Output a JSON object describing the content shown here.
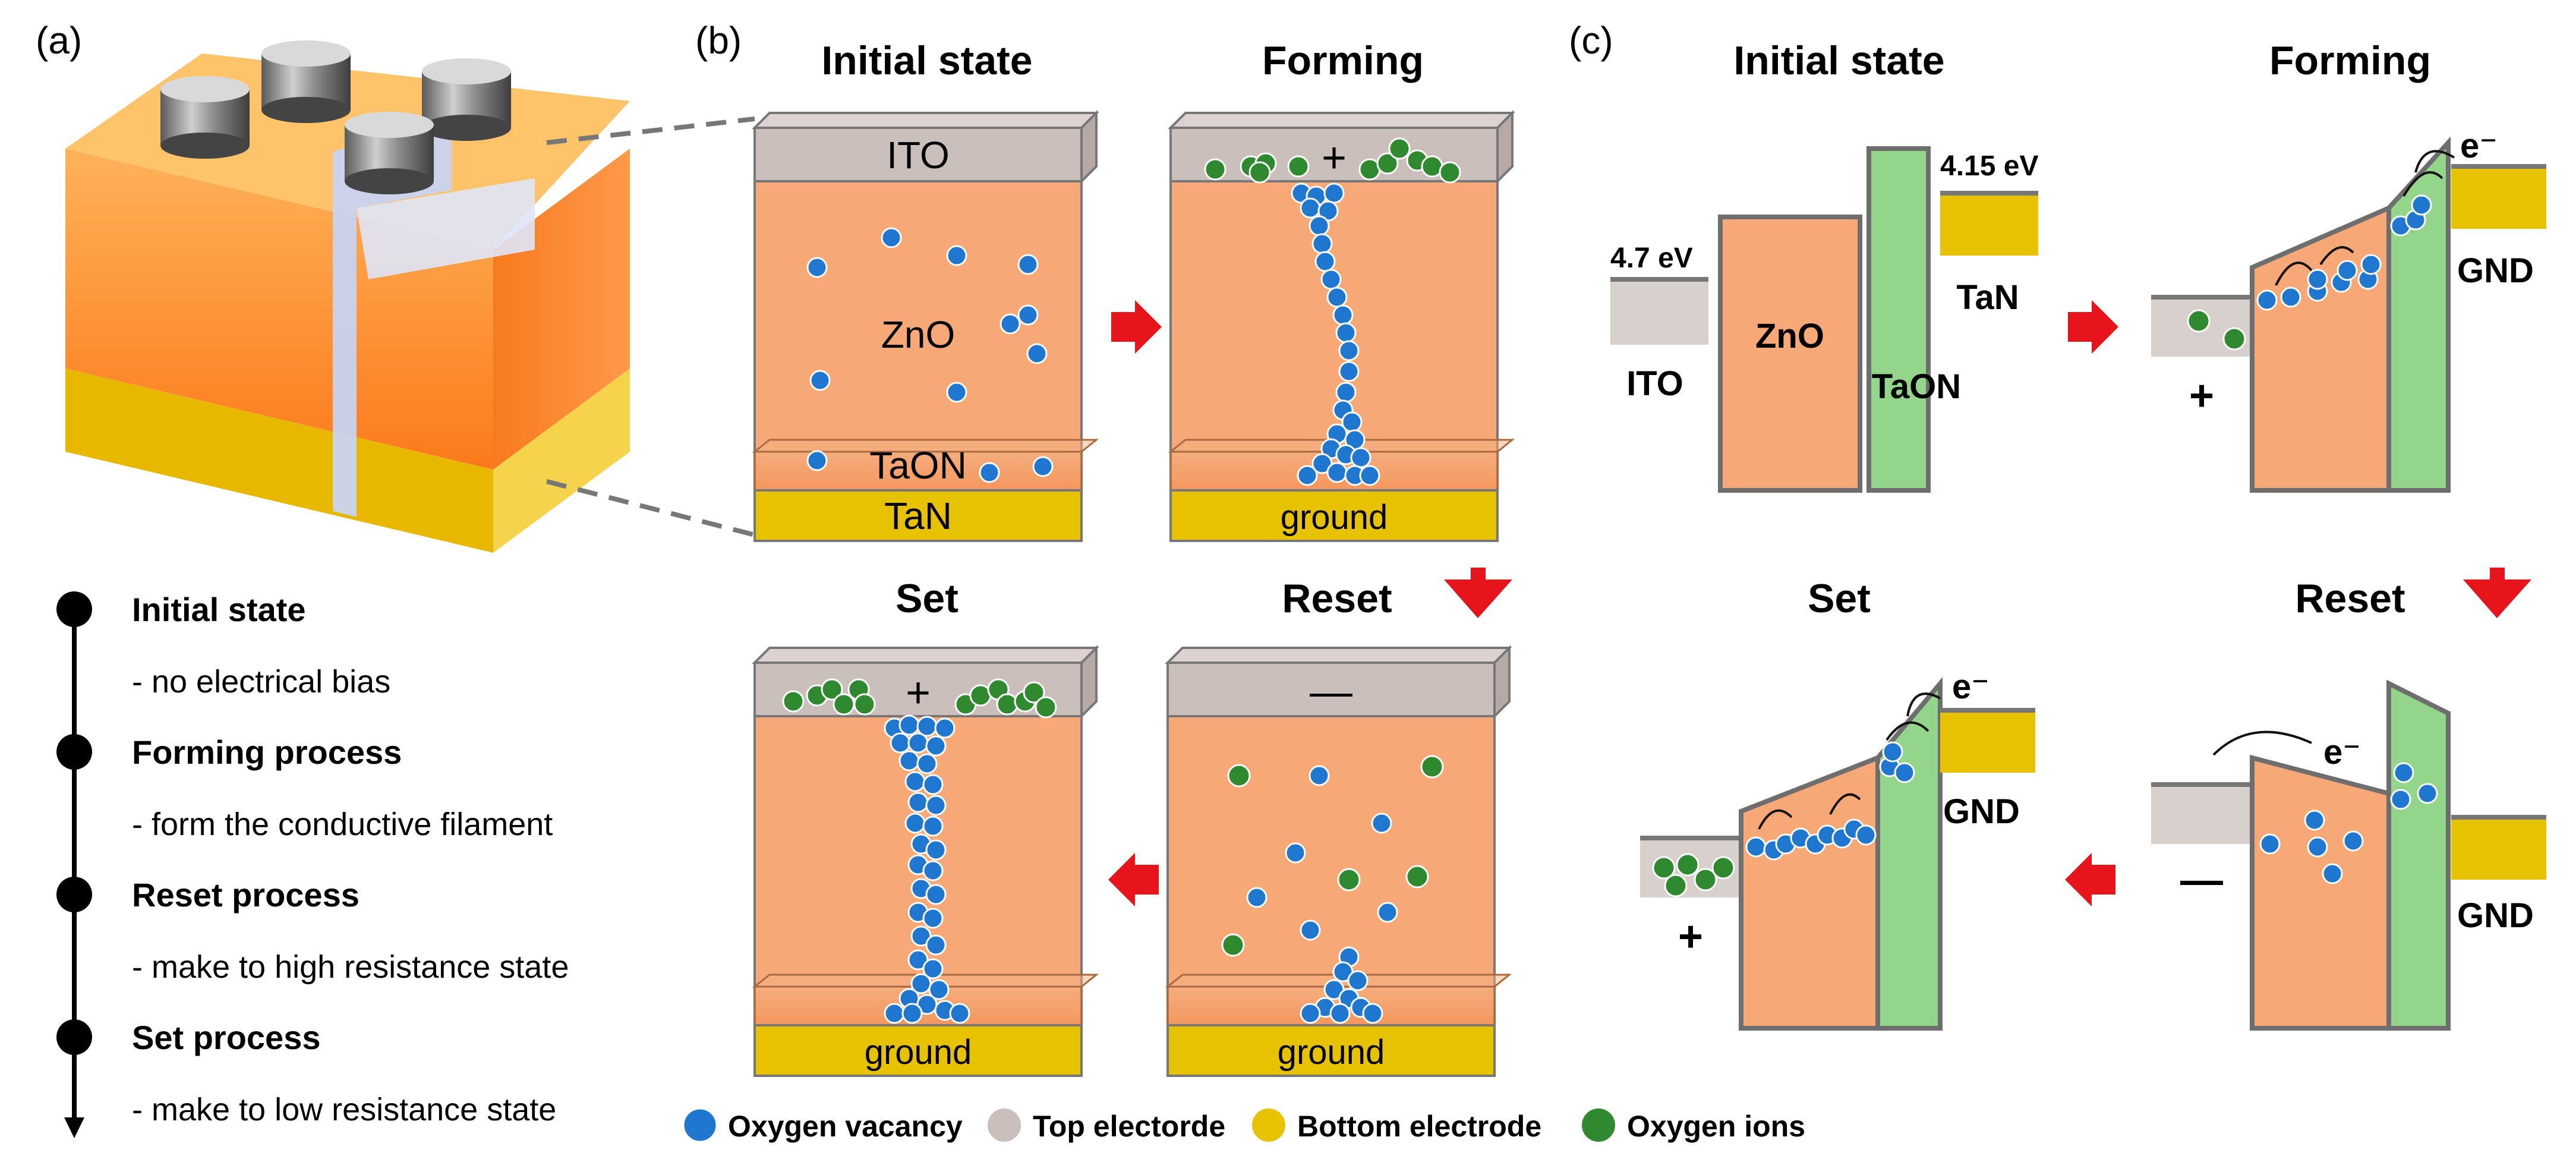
{
  "panels": {
    "a": "(a)",
    "b": "(b)",
    "c": "(c)"
  },
  "panel_b": {
    "titles": {
      "initial": "Initial state",
      "forming": "Forming",
      "set": "Set",
      "reset": "Reset"
    },
    "labels": {
      "ito": "ITO",
      "zno": "ZnO",
      "taon": "TaON",
      "tan": "TaN",
      "ground": "ground",
      "plus": "+",
      "minus": "—"
    }
  },
  "panel_c": {
    "titles": {
      "initial": "Initial state",
      "forming": "Forming",
      "set": "Set",
      "reset": "Reset"
    },
    "labels": {
      "ito": "ITO",
      "zno": "ZnO",
      "taon": "TaON",
      "tan": "TaN",
      "ito_wf": "4.7 eV",
      "tan_wf": "4.15 eV",
      "gnd": "GND",
      "electron": "e⁻",
      "plus": "+",
      "minus": "—"
    }
  },
  "timeline": [
    {
      "title": "Initial state",
      "desc": "- no electrical bias"
    },
    {
      "title": "Forming process",
      "desc": "- form the conductive filament"
    },
    {
      "title": "Reset process",
      "desc": "- make to high resistance state"
    },
    {
      "title": "Set process",
      "desc": "- make to low resistance state"
    }
  ],
  "legend": [
    {
      "label": "Oxygen vacancy",
      "color": "#1f77cf"
    },
    {
      "label": "Top electorde",
      "color": "#cbbfbb"
    },
    {
      "label": "Bottom electrode",
      "color": "#e6c200"
    },
    {
      "label": "Oxygen ions",
      "color": "#2f8a2f"
    }
  ],
  "colors": {
    "zno": "#f7a877",
    "ito": "#cbbfbb",
    "tan": "#e6c200",
    "taon": "#93d58a",
    "vacancy": "#1f77cf",
    "ion": "#2f8a2f",
    "arrow": "#e8141c",
    "outline": "#6e6e6e",
    "cube_orange": "#fb8a2a",
    "cube_yellow": "#f2c40f"
  }
}
